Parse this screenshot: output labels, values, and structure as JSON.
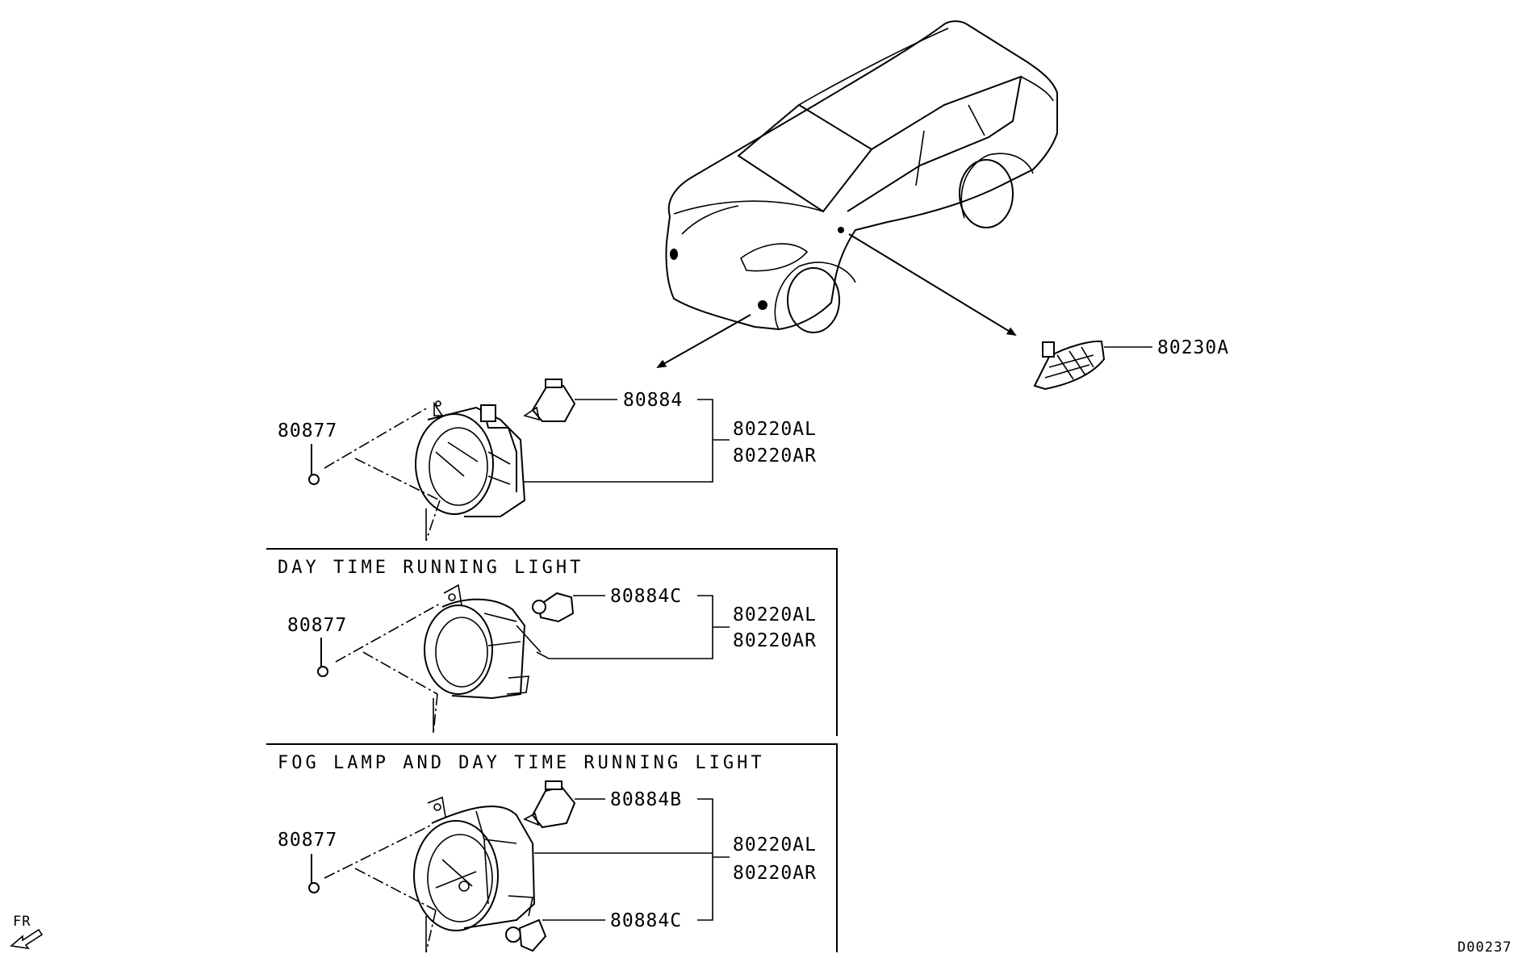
{
  "sections": {
    "drl_title": "DAY TIME RUNNING LIGHT",
    "fog_drl_title": "FOG LAMP AND DAY TIME RUNNING LIGHT"
  },
  "parts": {
    "side_marker": "80230A",
    "fog_bulb": "80884",
    "drl_bulb": "80884C",
    "fog_drl_bulb_b": "80884B",
    "fog_drl_bulb_c": "80884C",
    "screw_1": "80877",
    "screw_2": "80877",
    "screw_3": "80877",
    "lamp_l_1": "80220AL",
    "lamp_r_1": "80220AR",
    "lamp_l_2": "80220AL",
    "lamp_r_2": "80220AR",
    "lamp_l_3": "80220AL",
    "lamp_r_3": "80220AR"
  },
  "front_indicator": "FR",
  "diagram_code": "D00237"
}
